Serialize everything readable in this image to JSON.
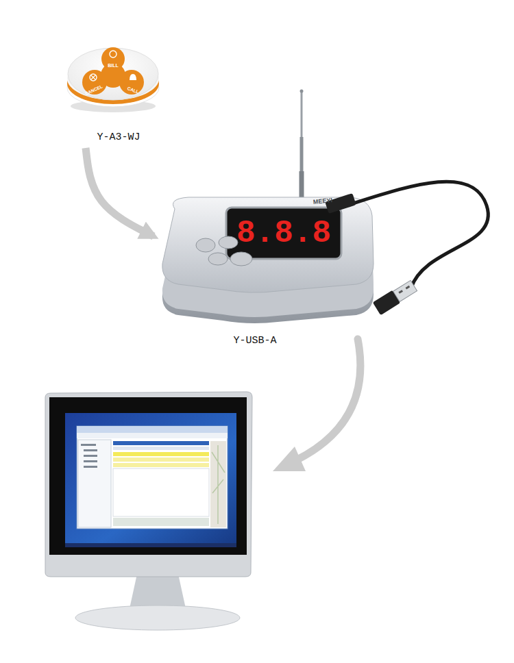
{
  "diagram": {
    "nodes": [
      {
        "text": [
          "BILL",
          "CANCEL",
          "CALL",
          "Y-A3-WJ"
        ]
      },
      {
        "text": [
          "MEEYI",
          "8.8.8",
          "Y-USB-A"
        ]
      }
    ],
    "edges": [
      {
        "from": 0,
        "to": 1,
        "arrow": "to"
      }
    ]
  }
}
